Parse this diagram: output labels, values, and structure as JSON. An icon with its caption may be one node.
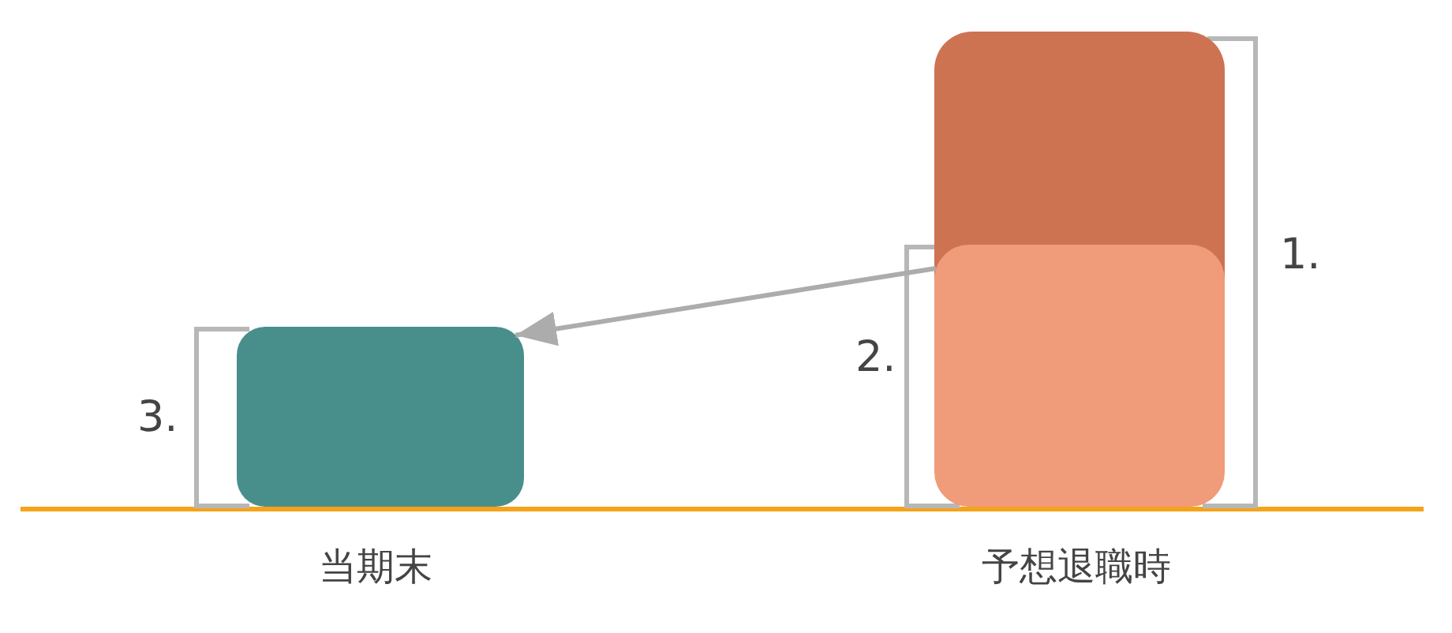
{
  "diagram": {
    "nodes": [
      {
        "text": [],
        "shape": "bar"
      },
      {
        "text": [],
        "shape": "bar"
      },
      {
        "text": [],
        "shape": "bar"
      }
    ],
    "edges": [
      {
        "from": 1,
        "to": 2,
        "arrow": "to"
      }
    ],
    "labels": [
      "1.",
      "2.",
      "3.",
      "当期末",
      "予想退職時"
    ]
  }
}
